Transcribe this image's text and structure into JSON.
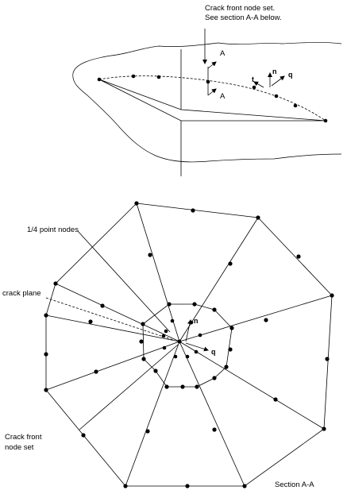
{
  "labels": {
    "crack_front_note_line1": "Crack front node set.",
    "crack_front_note_line2": "See section A-A below.",
    "section_marker_top": "A",
    "section_marker_bottom": "A",
    "vector_n_top": "n",
    "vector_q_top": "q",
    "vector_t_top": "t",
    "quarter_point_nodes": "1/4 point nodes",
    "crack_plane": "crack plane",
    "crack_front_node_set_line1": "Crack front",
    "crack_front_node_set_line2": "node set",
    "vector_n_bottom": "n",
    "vector_q_bottom": "q",
    "section_title": "Section A-A"
  }
}
